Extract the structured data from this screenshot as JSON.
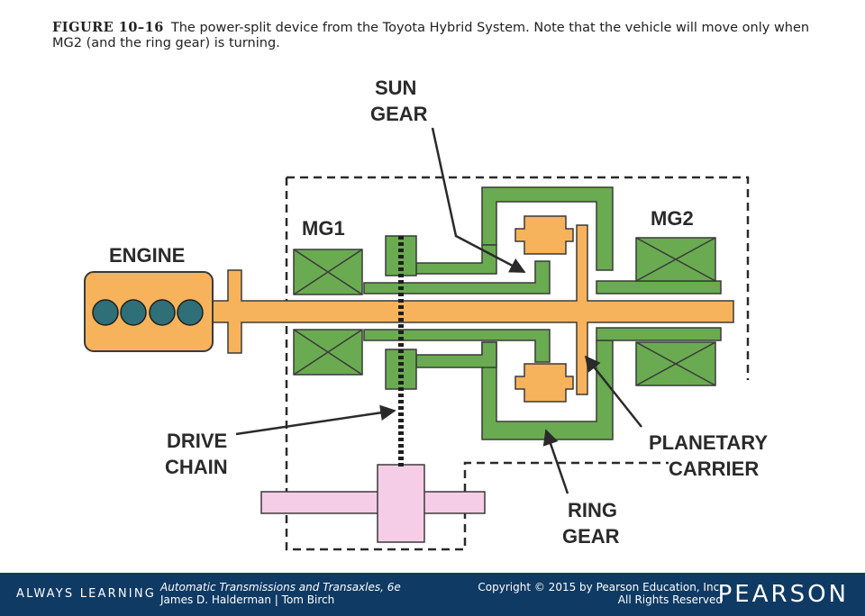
{
  "caption": {
    "figure_number": "FIGURE 10–16",
    "text": "The power-split device from the Toyota Hybrid System. Note that the vehicle will move only when MG2 (and the ring gear) is turning."
  },
  "labels": {
    "sun_gear_line1": "SUN",
    "sun_gear_line2": "GEAR",
    "mg1": "MG1",
    "mg2": "MG2",
    "engine": "ENGINE",
    "drive_chain_line1": "DRIVE",
    "drive_chain_line2": "CHAIN",
    "planetary_carrier_line1": "PLANETARY",
    "planetary_carrier_line2": "CARRIER",
    "ring_gear_line1": "RING",
    "ring_gear_line2": "GEAR"
  },
  "colors": {
    "shaft_orange": "#f7b35b",
    "gear_green": "#6aab51",
    "outline": "#3a3a3a",
    "engine_cylinder": "#2f6f78",
    "output_pink": "#f6cde7",
    "footer_bg": "#0f3a64"
  },
  "footer": {
    "brand_left": "ALWAYS LEARNING",
    "book_title": "Automatic Transmissions and Transaxles, 6e",
    "authors": "James D. Halderman | Tom Birch",
    "copyright": "Copyright © 2015 by Pearson Education, Inc.",
    "rights": "All Rights Reserved",
    "publisher": "PEARSON"
  }
}
